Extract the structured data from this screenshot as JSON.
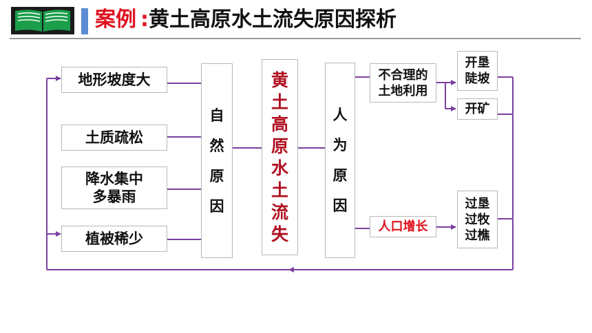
{
  "header": {
    "title_prefix": "案例",
    "title_colon": ":",
    "title_main": "黄土高原水土流失原因探析",
    "colors": {
      "prefix": "#e0121e",
      "main": "#111111",
      "accent_bar": "#5b8bd2",
      "book_icon": "#1a9e4a"
    }
  },
  "diagram": {
    "center": {
      "chars": [
        "黄",
        "土",
        "高",
        "原",
        "水",
        "土",
        "流",
        "失"
      ],
      "color": "#b01020"
    },
    "natural": {
      "label_chars": [
        "自",
        "然",
        "原",
        "因"
      ]
    },
    "human": {
      "label_chars": [
        "人",
        "为",
        "原",
        "因"
      ]
    },
    "natural_factors": [
      {
        "lines": [
          "地形坡度大"
        ]
      },
      {
        "lines": [
          "土质疏松"
        ]
      },
      {
        "lines": [
          "降水集中",
          "多暴雨"
        ]
      },
      {
        "lines": [
          "植被稀少"
        ]
      }
    ],
    "human_causes": {
      "land_use": [
        "不合理的",
        "土地利用"
      ],
      "population": "人口增长",
      "population_color": "#e0121e"
    },
    "human_actions": {
      "reclaim_slope": [
        "开垦",
        "陡坡"
      ],
      "mining": [
        "开矿"
      ],
      "over": [
        "过垦",
        "过牧",
        "过樵"
      ]
    },
    "line_color": "#7b3fa0"
  }
}
